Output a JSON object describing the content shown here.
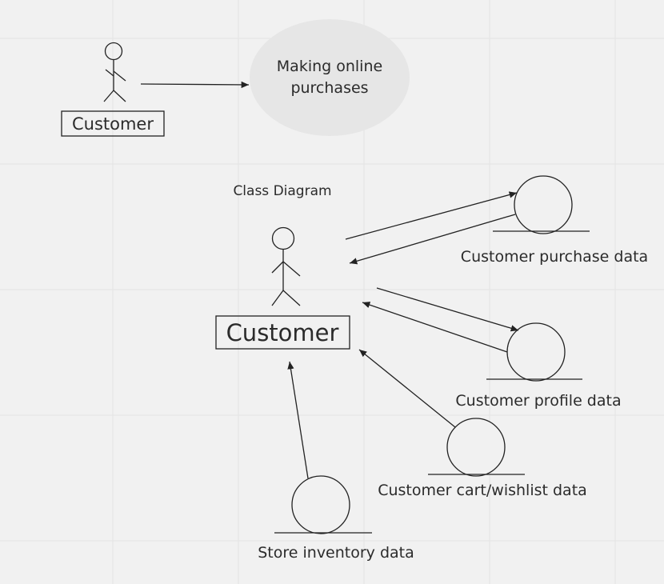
{
  "use_case": {
    "actor_label": "Customer",
    "ellipse_line1": "Making online",
    "ellipse_line2": "purchases"
  },
  "class_diagram": {
    "title": "Class Diagram",
    "actor_label": "Customer",
    "entities": {
      "purchase": "Customer purchase data",
      "profile": "Customer profile data",
      "cart": "Customer cart/wishlist data",
      "inventory": "Store inventory data"
    }
  },
  "colors": {
    "background": "#f1f1f1",
    "grid": "#e4e4e4",
    "ellipse_fill": "#e6e6e6",
    "stroke": "#222222"
  }
}
